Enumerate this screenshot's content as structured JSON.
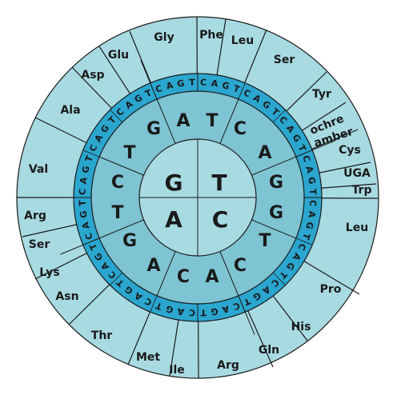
{
  "colors": {
    "outer_ring": "#a8dae2",
    "third_ring": "#2aa6cf",
    "second_ring": "#7ec4d2",
    "center": "#a8dae2",
    "lines": "#1a1a1a"
  },
  "inner_bases": [
    "G",
    "T",
    "C",
    "A"
  ],
  "second_bases": [
    [
      "A",
      "G",
      "T",
      "C"
    ],
    [
      "T",
      "C",
      "A",
      "G"
    ],
    [
      "G",
      "T",
      "C",
      "A"
    ],
    [
      "C",
      "A",
      "G",
      "T"
    ]
  ],
  "third_bases": [
    [
      "C",
      "A",
      "G",
      "T",
      "C",
      "A",
      "G",
      "T",
      "C",
      "A",
      "G",
      "T",
      "C",
      "A",
      "G",
      "T"
    ],
    [
      "C",
      "A",
      "G",
      "T",
      "C",
      "A",
      "G",
      "T",
      "C",
      "A",
      "G",
      "T",
      "C",
      "A",
      "G",
      "T"
    ],
    [
      "C",
      "A",
      "G",
      "T",
      "C",
      "A",
      "G",
      "T",
      "C",
      "A",
      "G",
      "T",
      "C",
      "A",
      "G",
      "T"
    ],
    [
      "C",
      "A",
      "G",
      "T",
      "C",
      "A",
      "G",
      "T",
      "C",
      "A",
      "G",
      "T",
      "C",
      "A",
      "G",
      "T"
    ]
  ],
  "amino_acids": {
    "G": [
      "Ala",
      "Asp",
      "Glu",
      "Gly",
      "Val"
    ],
    "T": [
      "Phe",
      "Leu",
      "Ser",
      "Tyr",
      "ochre",
      "amber",
      "Cys",
      "UGA",
      "Trp"
    ],
    "C": [
      "Leu",
      "Pro",
      "His",
      "Gln",
      "Arg"
    ],
    "A": [
      "Ile",
      "Met",
      "Thr",
      "Asn",
      "Lys",
      "Ser",
      "Arg"
    ]
  }
}
